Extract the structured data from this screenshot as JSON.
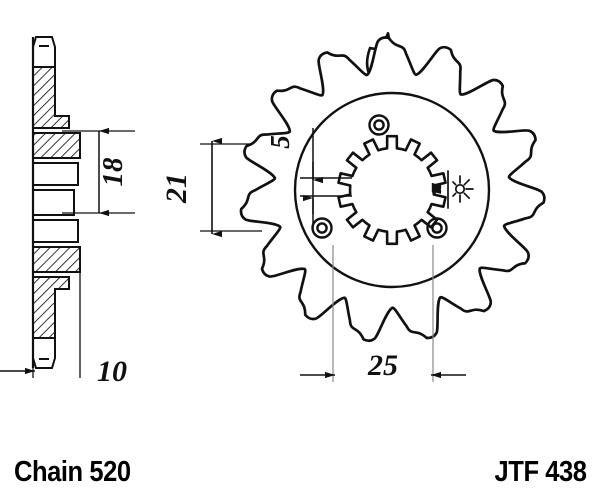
{
  "drawing": {
    "title_chain": "Chain 520",
    "title_part": "JTF 438",
    "part_type": "front-sprocket-technical-drawing",
    "tooth_count": 15,
    "views": {
      "section": {
        "name": "cross-section-view",
        "label": "section-view-hatched"
      },
      "face": {
        "name": "face-view",
        "label": "front-elevation-view"
      }
    },
    "dimensions": {
      "hub_width": "18",
      "spline_span": "21",
      "thickness": "10",
      "spline_step": "5",
      "bolt_circle": "25"
    },
    "features": {
      "bolt_holes": 3,
      "spline_bore": "splined-center-bore",
      "mark_symbol": "sunburst-mark"
    }
  },
  "colors": {
    "ink": "#111111",
    "background": "#ffffff"
  }
}
